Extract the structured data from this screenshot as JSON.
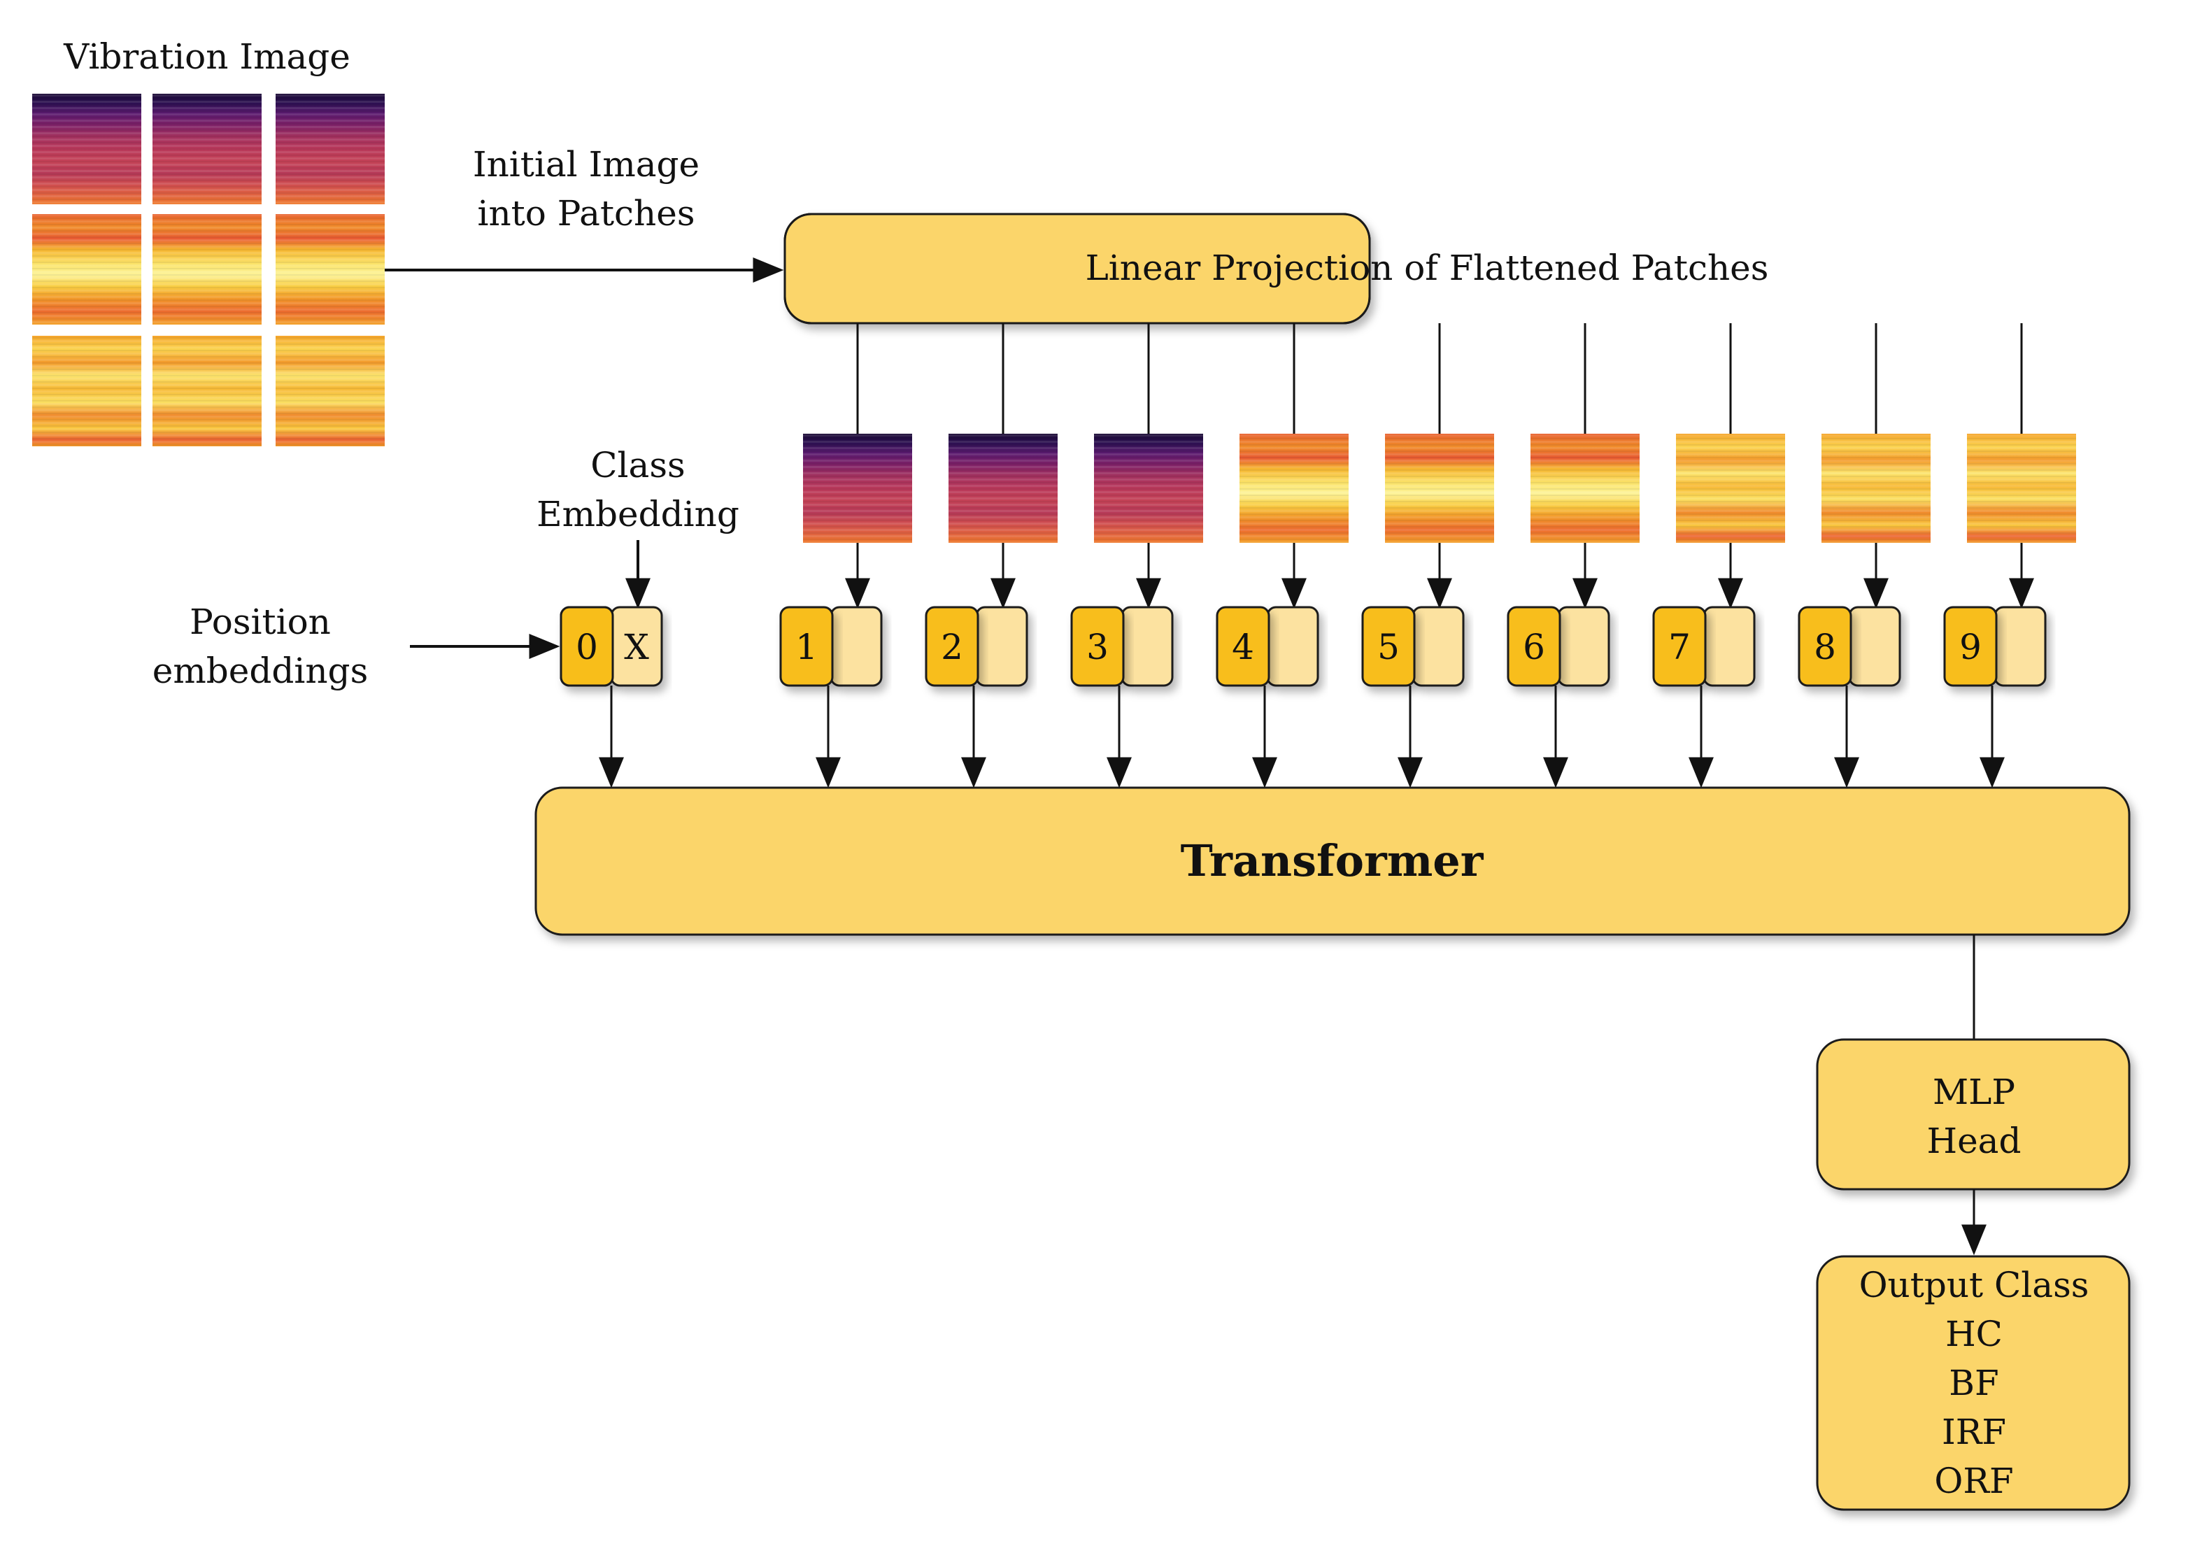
{
  "labels": {
    "vibration_image": "Vibration Image",
    "initial_image_line1": "Initial Image",
    "initial_image_line2": "into Patches",
    "class_embedding_line1": "Class",
    "class_embedding_line2": "Embedding",
    "position_line1": "Position",
    "position_line2": "embeddings"
  },
  "boxes": {
    "linear_projection": "Linear Projection of Flattened Patches",
    "transformer": "Transformer",
    "mlp_line1": "MLP",
    "mlp_line2": "Head",
    "output_title": "Output Class",
    "output_classes": [
      "HC",
      "BF",
      "IRF",
      "ORF"
    ]
  },
  "tokens": {
    "class_token_index": "0",
    "class_token_label": "X",
    "patch_indices": [
      "1",
      "2",
      "3",
      "4",
      "5",
      "6",
      "7",
      "8",
      "9"
    ]
  },
  "colors": {
    "box_fill": "#FBD56B",
    "index_fill": "#F8BE1A",
    "embed_fill": "#FCE2A0",
    "stroke": "#1a1a1a"
  },
  "icons": {
    "patch_rows": [
      "purple",
      "purple",
      "purple",
      "orange",
      "orange",
      "orange",
      "yellow",
      "yellow",
      "yellow"
    ]
  }
}
